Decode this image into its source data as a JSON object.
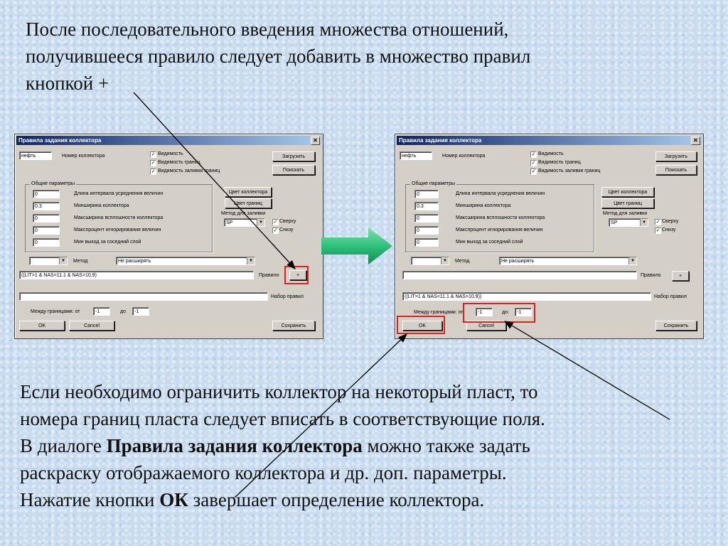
{
  "slide": {
    "top_text": [
      "После последовательного введения множества отношений,",
      "получившееся правило следует добавить в множество правил",
      "кнопкой +"
    ],
    "bottom_text": {
      "line1": "Если необходимо ограничить коллектор на некоторый пласт, то",
      "line2": "номера границ пласта следует вписать в соответствующие поля.",
      "line3_pre": "В диалоге ",
      "line3_bold": "Правила задания коллектора",
      "line3_post": " можно также задать",
      "line4": "раскраску отображаемого коллектора и др. доп. параметры.",
      "line5_pre": "Нажатие кнопки ",
      "line5_bold": "ОК",
      "line5_post": " завершает определение коллектора."
    }
  },
  "dialog_left": {
    "title": "Правила задания коллектора",
    "name_value": "нефть",
    "name_label": "Номер коллектора",
    "checks": [
      "Видимость",
      "Видимость границ",
      "Видимость заливки границ"
    ],
    "load_btn": "Загрузить",
    "search_btn": "Поискать",
    "group_title": "Общие параметры",
    "params": [
      {
        "value": "0",
        "label": "Длина интервала усреднения величин"
      },
      {
        "value": "0.3",
        "label": "Минширина коллектора"
      },
      {
        "value": "0",
        "label": "Максширина всплошности коллектора"
      },
      {
        "value": "0",
        "label": "Макспроцент игнорирования величин"
      },
      {
        "value": "0",
        "label": "Мин выход за соседний слой"
      }
    ],
    "color_btn": "Цвет коллектора",
    "border_color_btn": "Цвет границ",
    "fill_method_label": "Метод для заливки",
    "fill_method_value": "SP",
    "top_check": "Сверху",
    "bottom_check": "Снизу",
    "method_label": "Метод",
    "expand_value": "Не расширять",
    "rule_value": "((LIT>1 & NAS<11.1 & NAS>10.9)",
    "rule_label": "Правило",
    "plus_btn": "+",
    "rules_value": "",
    "rules_label": "Набор правил",
    "between_label": "Между границами: от",
    "from_value": "-1",
    "to_label": "до",
    "to_value": "-1",
    "ok_btn": "OK",
    "cancel_btn": "Cancel",
    "save_btn": "Сохранить"
  },
  "dialog_right": {
    "title": "Правила задания коллектора",
    "name_value": "нефть",
    "name_label": "Номер коллектора",
    "checks": [
      "Видимость",
      "Видимость границ",
      "Видимость заливки границ"
    ],
    "load_btn": "Загрузить",
    "search_btn": "Поискать",
    "group_title": "Общие параметры",
    "params": [
      {
        "value": "0",
        "label": "Длина интервала усреднения величин"
      },
      {
        "value": "0.3",
        "label": "Минширина коллектора"
      },
      {
        "value": "0",
        "label": "Максширина всплошности коллектора"
      },
      {
        "value": "0",
        "label": "Макспроцент игнорирования величин"
      },
      {
        "value": "0",
        "label": "Мин выход за соседний слой"
      }
    ],
    "color_btn": "Цвет коллектора",
    "border_color_btn": "Цвет границ",
    "fill_method_label": "Метод для заливки",
    "fill_method_value": "SP",
    "top_check": "Сверху",
    "bottom_check": "Снизу",
    "method_label": "Метод",
    "expand_value": "Не расширять",
    "rule_value": "",
    "rule_label": "Правило",
    "plus_btn": "+",
    "rules_value": "((LIT>1 & NAS<11.1 & NAS>10.9))",
    "rules_label": "Набор правил",
    "between_label": "Между границами: от",
    "from_value": "-1",
    "to_label": "до:",
    "to_value": "-1",
    "ok_btn": "OK",
    "cancel_btn": "Cancel",
    "save_btn": "Сохранить"
  },
  "colors": {
    "highlight": "#e02020",
    "green_arrow": "#2ec27a",
    "titlebar": "#0a246a"
  }
}
